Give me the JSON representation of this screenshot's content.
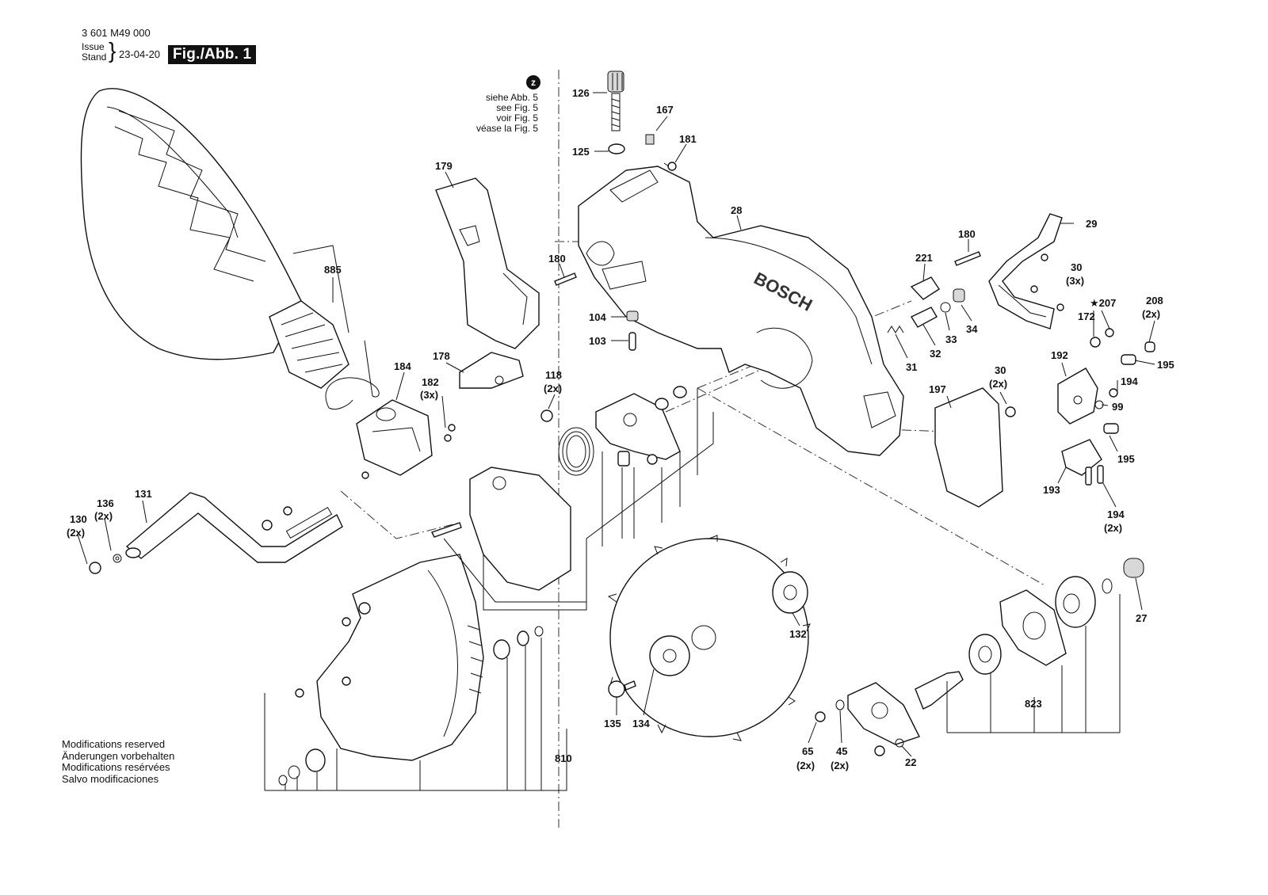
{
  "header": {
    "part_number": "3 601 M49 000",
    "issue_label": "Issue",
    "stand_label": "Stand",
    "date": "23-04-20",
    "figure_badge": "Fig./Abb. 1"
  },
  "reference_note": {
    "badge": "z",
    "lines": [
      "siehe Abb. 5",
      "see Fig. 5",
      "voir Fig. 5",
      "véase la Fig. 5"
    ]
  },
  "footnote": {
    "lines": [
      "Modifications reserved",
      "Änderungen vorbehalten",
      "Modifications resérvées",
      "Salvo modificaciones"
    ]
  },
  "brand_text": "BOSCH",
  "callouts": {
    "c126": "126",
    "c167": "167",
    "c125": "125",
    "c181": "181",
    "c179": "179",
    "c28": "28",
    "c885": "885",
    "c180a": "180",
    "c180b": "180",
    "c29": "29",
    "c221": "221",
    "c30a": "30",
    "c30a_q": "(3x)",
    "c104": "104",
    "c103": "103",
    "c207": "★207",
    "c208": "208",
    "c208_q": "(2x)",
    "c172": "172",
    "c178": "178",
    "c184": "184",
    "c118": "118",
    "c118_q": "(2x)",
    "c182": "182",
    "c182_q": "(3x)",
    "c31": "31",
    "c32": "32",
    "c33": "33",
    "c34": "34",
    "c192": "192",
    "c195a": "195",
    "c30b": "30",
    "c30b_q": "(2x)",
    "c197": "197",
    "c194a": "194",
    "c99": "99",
    "c195b": "195",
    "c193": "193",
    "c194b": "194",
    "c194b_q": "(2x)",
    "c131": "131",
    "c136": "136",
    "c136_q": "(2x)",
    "c130": "130",
    "c130_q": "(2x)",
    "c27": "27",
    "c132": "132",
    "c823": "823",
    "c810": "810",
    "c135": "135",
    "c134": "134",
    "c65": "65",
    "c65_q": "(2x)",
    "c45": "45",
    "c45_q": "(2x)",
    "c22": "22"
  }
}
